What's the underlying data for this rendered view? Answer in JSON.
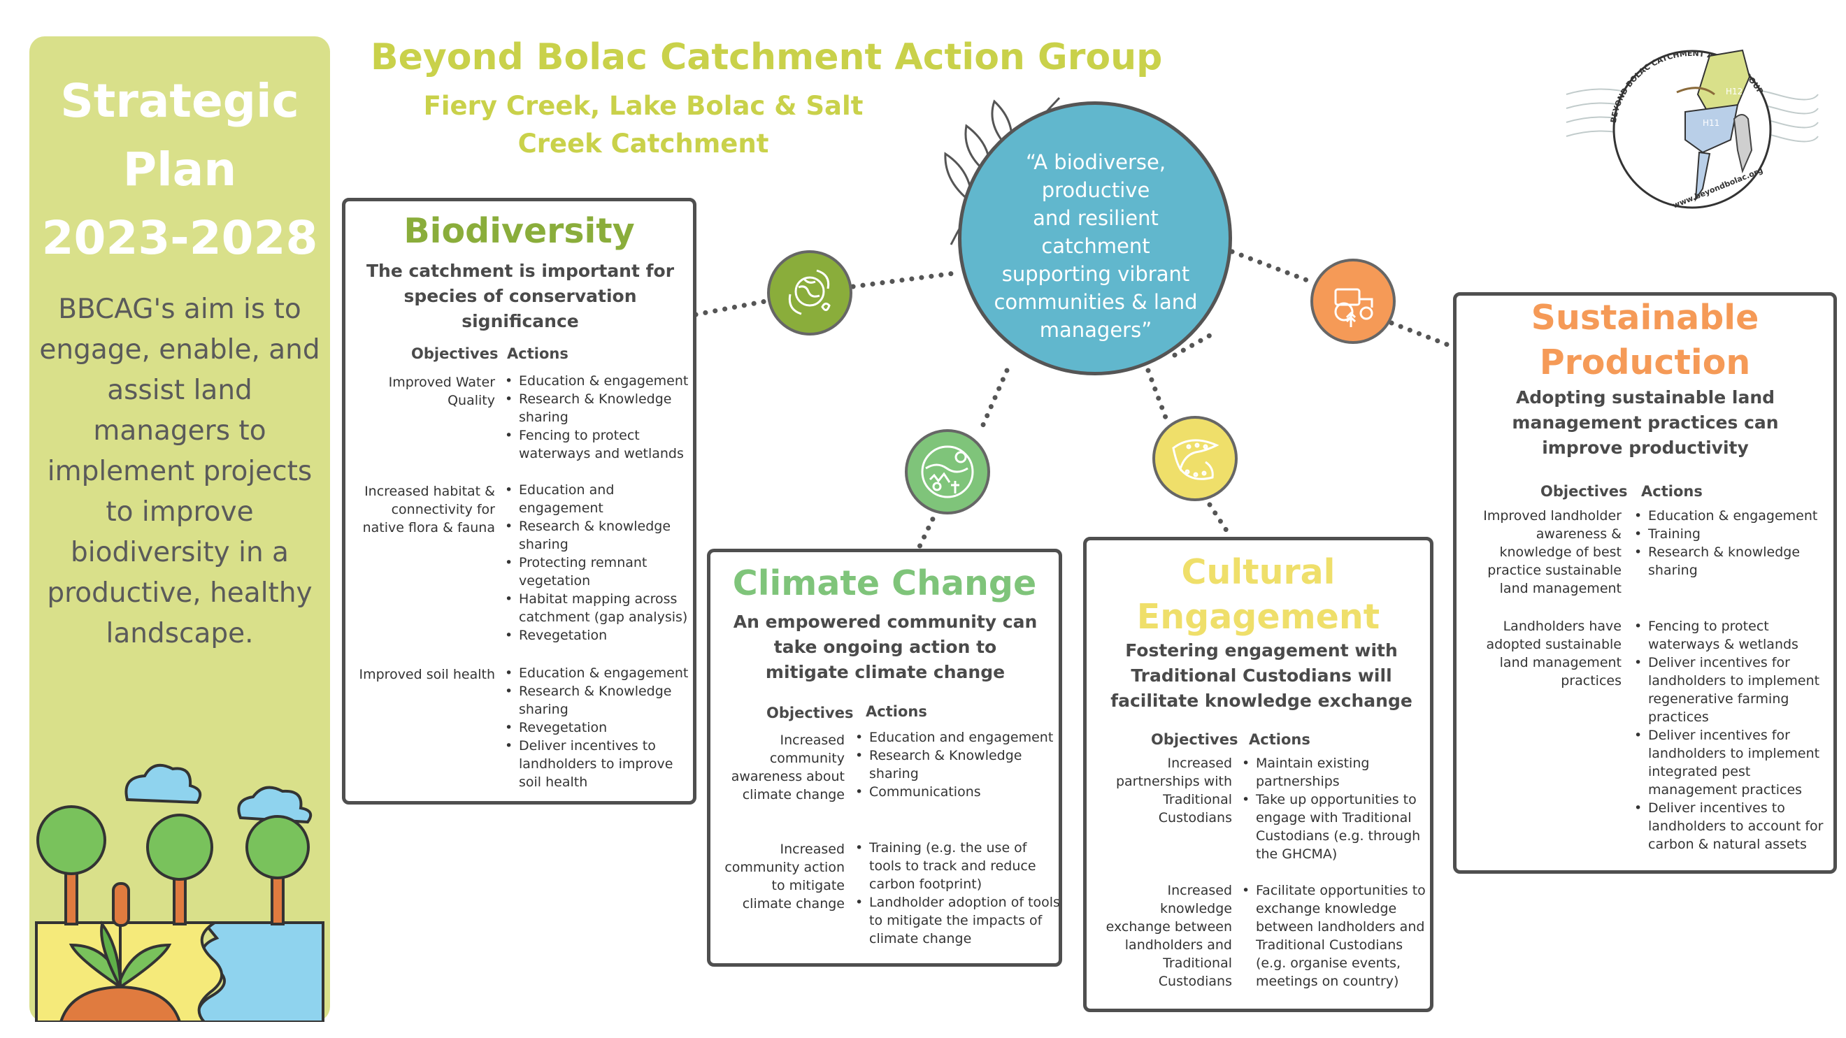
{
  "left_panel": {
    "title": "Strategic\nPlan\n2023-2028",
    "aim": "BBCAG's aim is to engage, enable, and assist land managers to implement projects to improve biodiversity in a productive, healthy landscape."
  },
  "header": {
    "title": "Beyond Bolac Catchment Action Group",
    "subtitle": "Fiery Creek, Lake Bolac & Salt Creek Catchment"
  },
  "vision": "“A biodiverse,\nproductive\nand resilient\ncatchment\nsupporting vibrant\ncommunities & land\nmanagers”",
  "logo": {
    "arc_text": "BEYOND BOLAC CATCHMENT ACTION GROUP",
    "url": "www.beyondbolac.org",
    "region_1": "H12",
    "region_2": "H11"
  },
  "column_headers": {
    "objectives": "Objectives",
    "actions": "Actions"
  },
  "colors": {
    "biodiversity": "#8aad3b",
    "climate": "#7fc47a",
    "cultural": "#efdf6a",
    "sustainable": "#f59a57",
    "vision": "#61b7cd",
    "header": "#c9d14a"
  },
  "icons": {
    "biodiversity": "globe-leaf-icon",
    "climate": "climate-sun-wind-icon",
    "cultural": "boomerang-art-icon",
    "sustainable": "tractor-wheat-icon"
  },
  "sections": {
    "biodiversity": {
      "title": "Biodiversity",
      "description": "The catchment is important for species of conservation significance",
      "objectives": [
        {
          "objective": "Improved Water Quality",
          "actions": [
            "Education & engagement",
            "Research & Knowledge sharing",
            "Fencing to protect waterways and wetlands"
          ]
        },
        {
          "objective": "Increased habitat & connectivity for native flora & fauna",
          "actions": [
            "Education and engagement",
            "Research & knowledge sharing",
            "Protecting remnant vegetation",
            "Habitat mapping across catchment (gap analysis)",
            "Revegetation"
          ]
        },
        {
          "objective": "Improved soil health",
          "actions": [
            "Education & engagement",
            "Research & Knowledge sharing",
            "Revegetation",
            "Deliver incentives to landholders to improve soil health"
          ]
        }
      ]
    },
    "climate": {
      "title": "Climate Change",
      "description": "An empowered community can take ongoing action to mitigate climate change",
      "objectives": [
        {
          "objective": "Increased community awareness about climate change",
          "actions": [
            "Education and engagement",
            "Research & Knowledge sharing",
            "Communications"
          ]
        },
        {
          "objective": "Increased community action to mitigate climate change",
          "actions": [
            "Training (e.g. the use of tools to track and reduce carbon footprint)",
            "Landholder adoption of tools to mitigate the impacts of climate change"
          ]
        }
      ]
    },
    "cultural": {
      "title": "Cultural Engagement",
      "description": "Fostering engagement with Traditional Custodians will facilitate knowledge exchange",
      "objectives": [
        {
          "objective": "Increased partnerships with Traditional Custodians",
          "actions": [
            "Maintain existing partnerships",
            "Take up opportunities to engage with Traditional Custodians (e.g. through the GHCMA)"
          ]
        },
        {
          "objective": "Increased knowledge exchange between landholders and Traditional Custodians",
          "actions": [
            "Facilitate opportunities to exchange knowledge between landholders and Traditional Custodians (e.g. organise events, meetings on country)"
          ]
        }
      ]
    },
    "sustainable": {
      "title": "Sustainable Production",
      "description": "Adopting sustainable land management practices can improve productivity",
      "objectives": [
        {
          "objective": "Improved landholder awareness & knowledge of best practice sustainable land management",
          "actions": [
            "Education & engagement",
            "Training",
            "Research & knowledge sharing"
          ]
        },
        {
          "objective": "Landholders have adopted sustainable land management practices",
          "actions": [
            "Fencing to protect waterways & wetlands",
            "Deliver incentives for landholders to implement regenerative farming practices",
            "Deliver incentives for landholders to implement integrated pest management practices",
            "Deliver incentives to landholders to account for carbon & natural assets"
          ]
        }
      ]
    }
  }
}
